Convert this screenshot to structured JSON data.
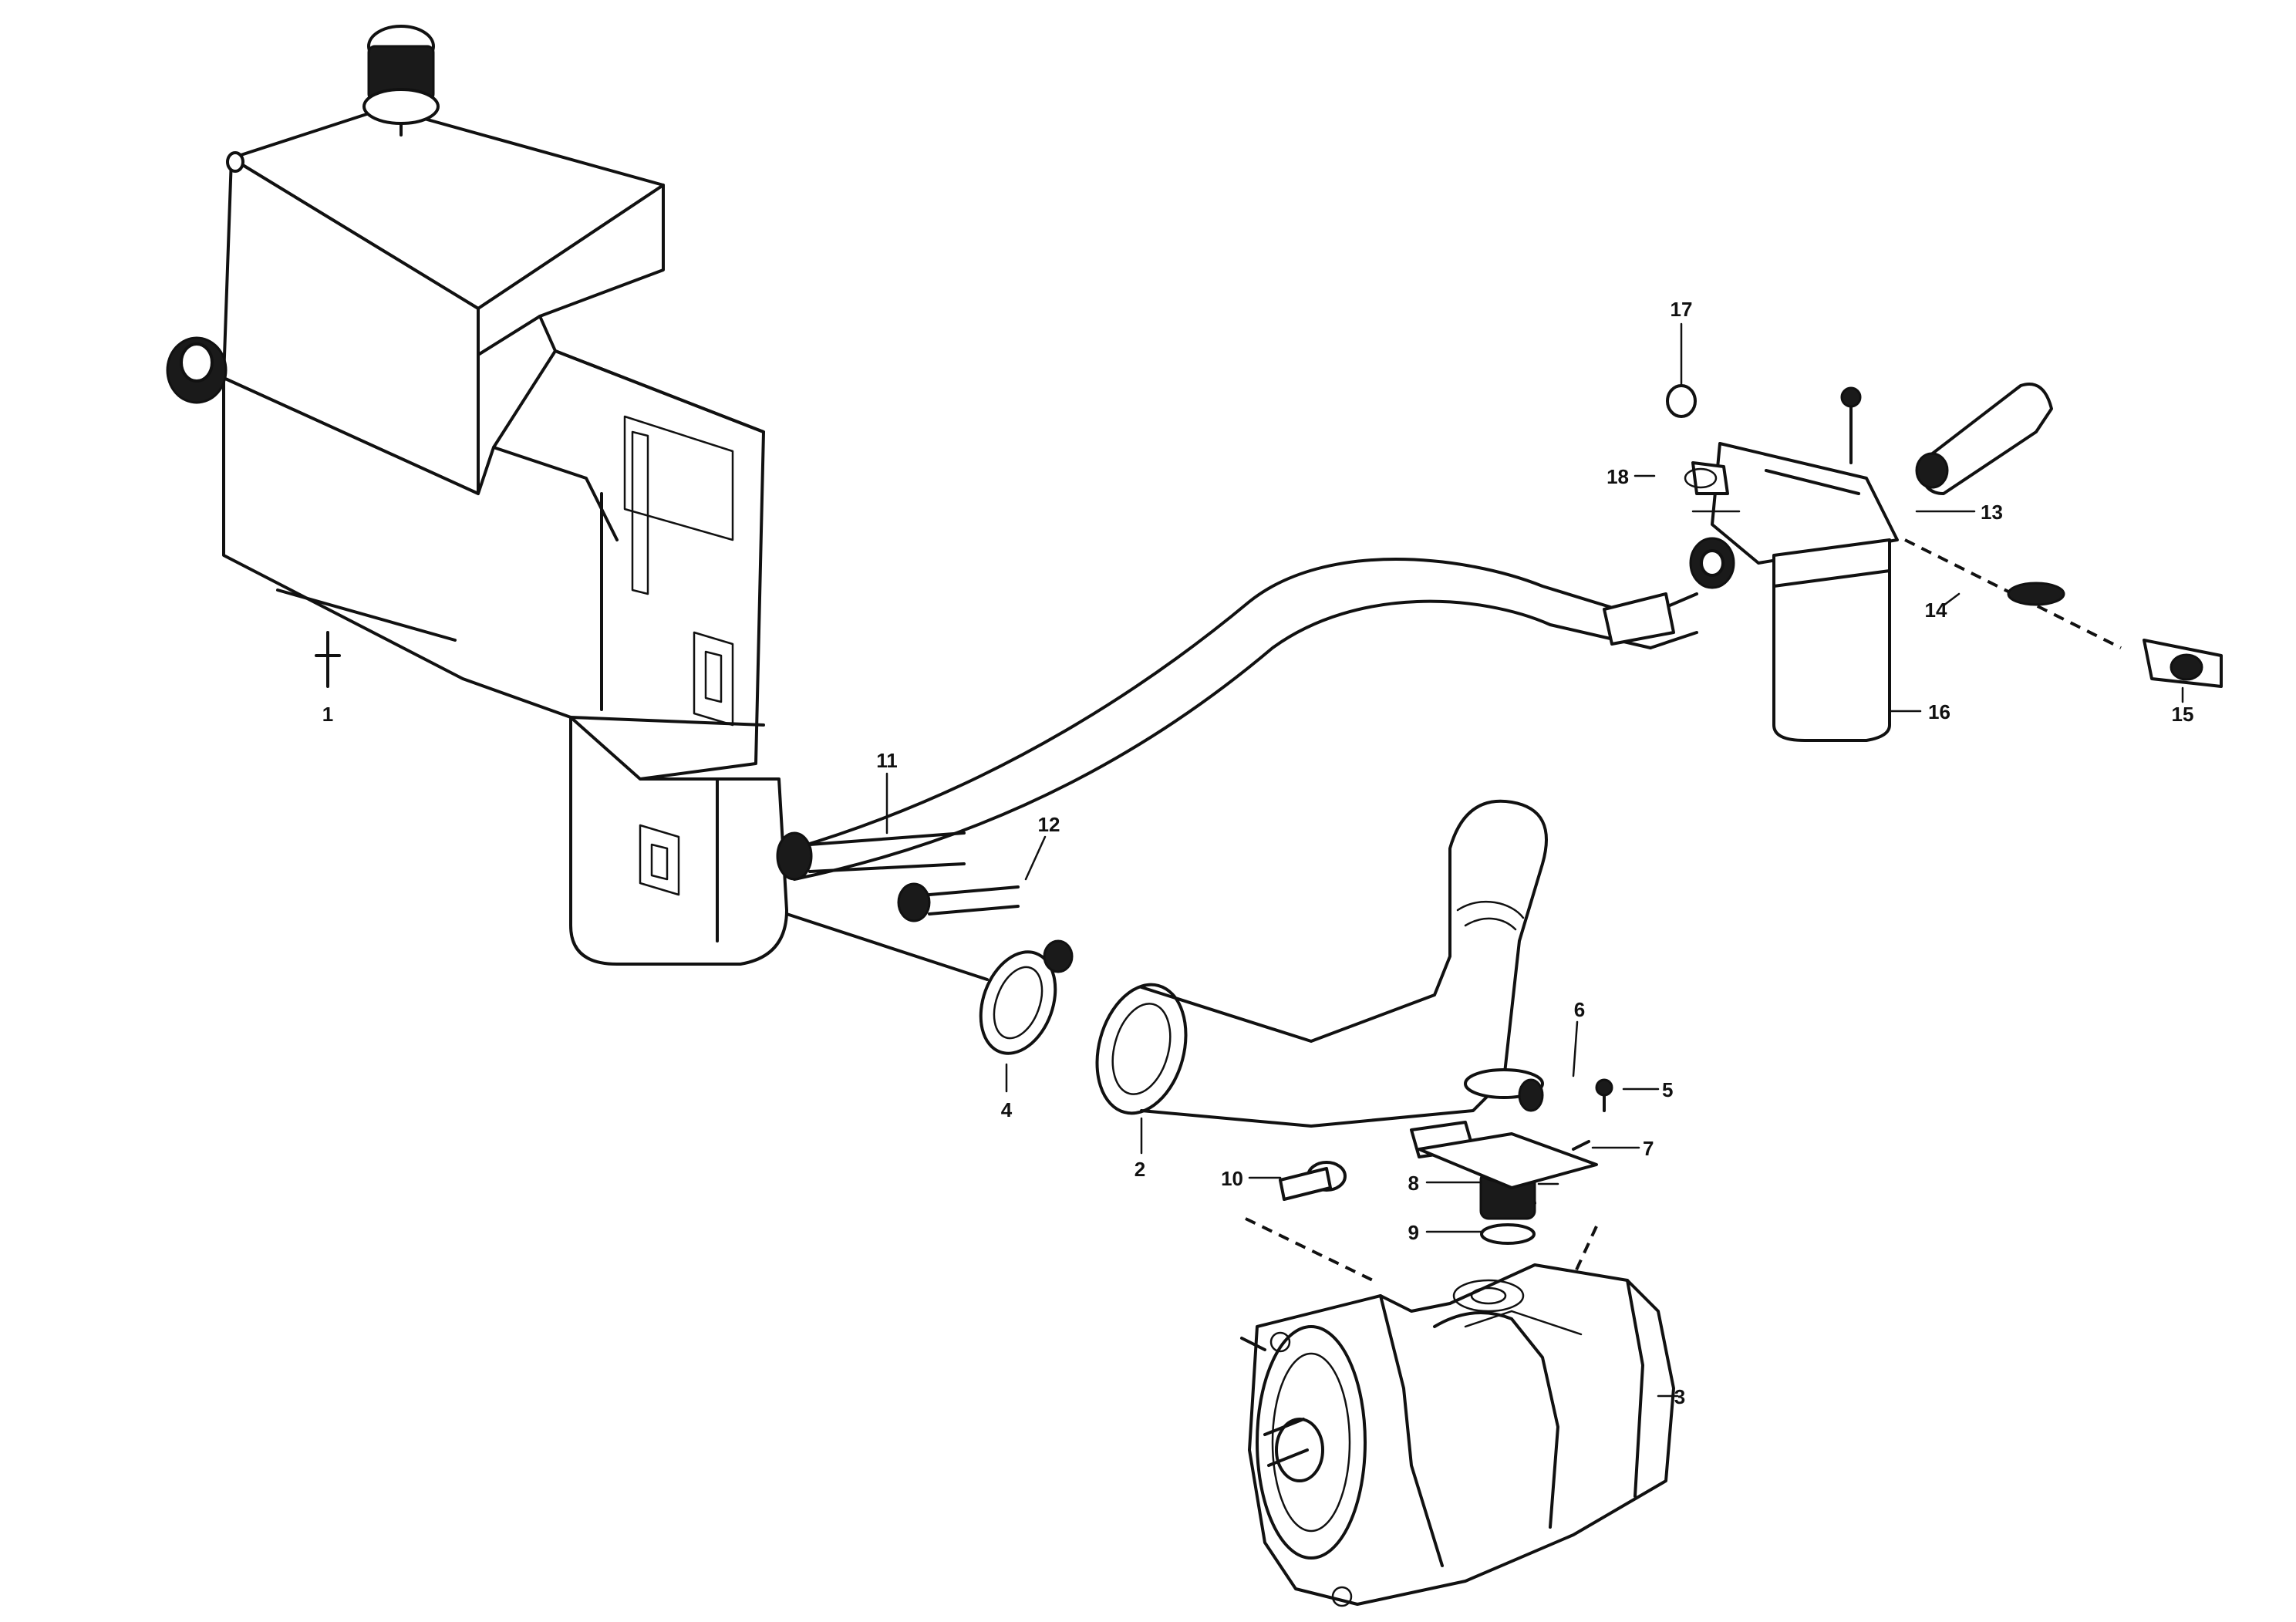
{
  "diagram": {
    "callouts": {
      "c1": "1",
      "c2": "2",
      "c3": "3",
      "c4": "4",
      "c5": "5",
      "c6": "6",
      "c7": "7",
      "c8": "8",
      "c9": "9",
      "c10": "10",
      "c11": "11",
      "c12": "12",
      "c13": "13",
      "c14": "14",
      "c15": "15",
      "c16": "16",
      "c17": "17",
      "c18": "18"
    },
    "stamp": {
      "line1": "",
      "line2": "",
      "line3": ""
    }
  }
}
